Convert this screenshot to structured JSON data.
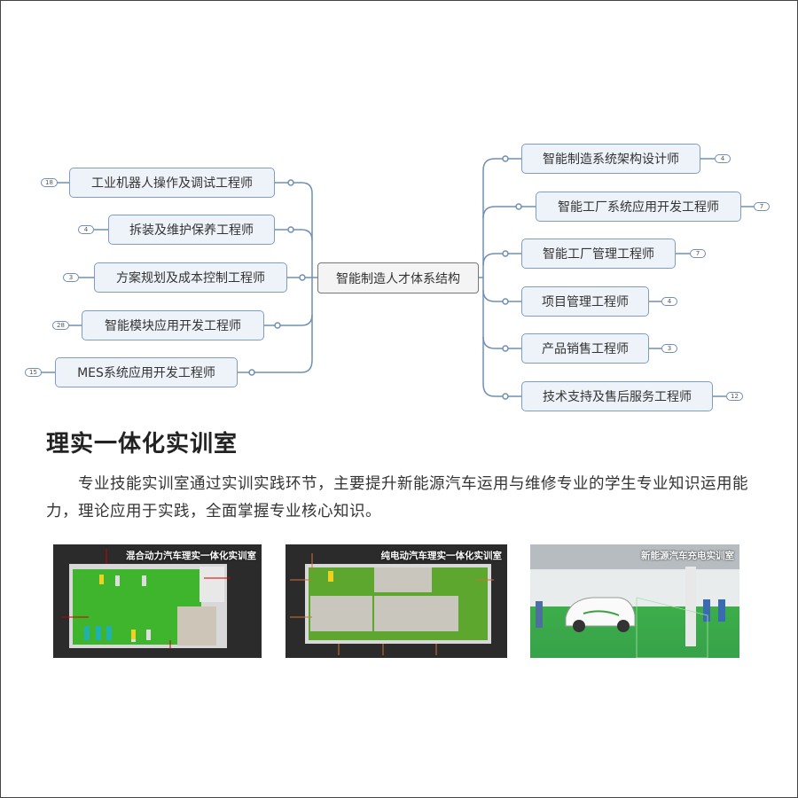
{
  "mindmap": {
    "center": "智能制造人才体系结构",
    "left": [
      {
        "label": "工业机器人操作及调试工程师",
        "count": "18"
      },
      {
        "label": "拆装及维护保养工程师",
        "count": "4"
      },
      {
        "label": "方案规划及成本控制工程师",
        "count": "3"
      },
      {
        "label": "智能模块应用开发工程师",
        "count": "28"
      },
      {
        "label": "MES系统应用开发工程师",
        "count": "15"
      }
    ],
    "right": [
      {
        "label": "智能制造系统架构设计师",
        "count": "4"
      },
      {
        "label": "智能工厂系统应用开发工程师",
        "count": "7"
      },
      {
        "label": "智能工厂管理工程师",
        "count": "7"
      },
      {
        "label": "项目管理工程师",
        "count": "4"
      },
      {
        "label": "产品销售工程师",
        "count": "3"
      },
      {
        "label": "技术支持及售后服务工程师",
        "count": "12"
      }
    ]
  },
  "section": {
    "title": "理实一体化实训室",
    "text": "专业技能实训室通过实训实践环节，主要提升新能源汽车运用与维修专业的学生专业知识运用能力，理论应用于实践，全面掌握专业核心知识。"
  },
  "images": [
    {
      "caption": "混合动力汽车理实一体化实训室"
    },
    {
      "caption": "纯电动汽车理实一体化实训室"
    },
    {
      "caption": "新能源汽车充电实训室"
    }
  ],
  "colors": {
    "line": "#6f8fb3",
    "node_bg": "#eef3f9",
    "floor": "#3fb52e"
  }
}
